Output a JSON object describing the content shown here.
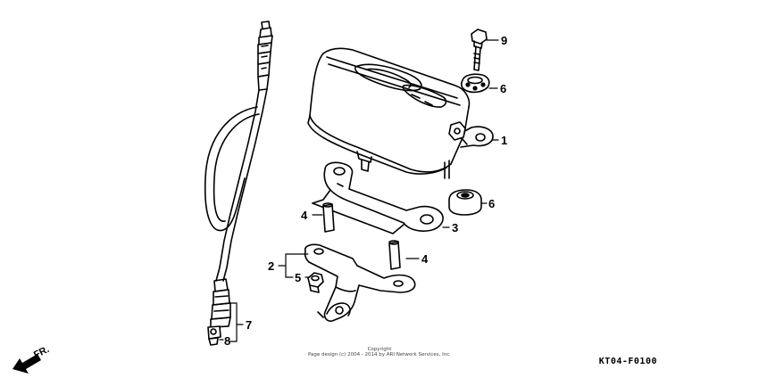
{
  "callouts": [
    {
      "id": "1",
      "label": "1"
    },
    {
      "id": "2",
      "label": "2"
    },
    {
      "id": "3",
      "label": "3"
    },
    {
      "id": "4a",
      "label": "4"
    },
    {
      "id": "4b",
      "label": "4"
    },
    {
      "id": "5",
      "label": "5"
    },
    {
      "id": "6a",
      "label": "6"
    },
    {
      "id": "6b",
      "label": "6"
    },
    {
      "id": "7",
      "label": "7"
    },
    {
      "id": "8",
      "label": "8"
    },
    {
      "id": "9",
      "label": "9"
    }
  ],
  "copyright": {
    "line1": "Copyright",
    "line2": "Page design (c) 2004 - 2014 by ARI Network Services, Inc."
  },
  "diagram_code": "KT04-F0100",
  "direction_indicator": "FR."
}
